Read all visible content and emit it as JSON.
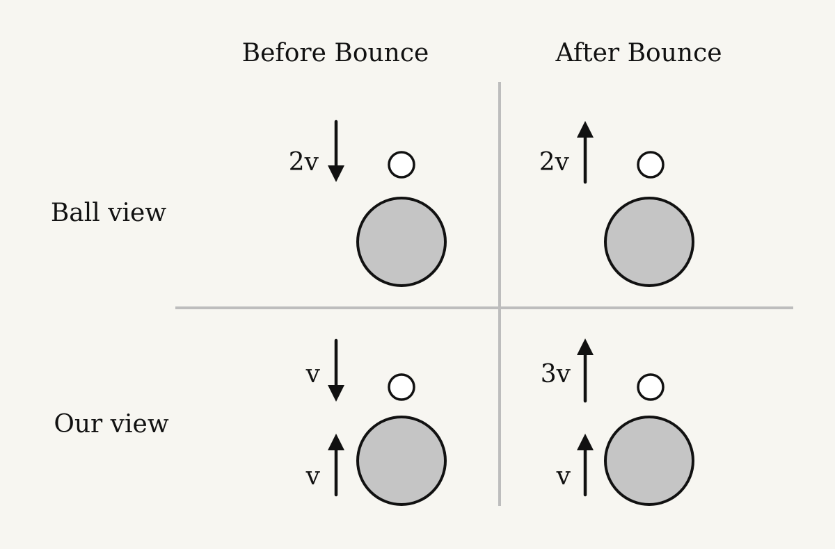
{
  "headers": {
    "before": "Before Bounce",
    "after": "After Bounce"
  },
  "rows": {
    "ball_view": "Ball view",
    "our_view": "Our view"
  },
  "labels": {
    "ball_before_small": "2v",
    "ball_after_small": "2v",
    "our_before_small": "v",
    "our_before_big": "v",
    "our_after_small": "3v",
    "our_after_big": "v"
  },
  "colors": {
    "background": "#f7f6f1",
    "large_ball_fill": "#c5c5c5",
    "small_ball_fill": "#ffffff",
    "divider": "#bdbdbd",
    "ink": "#111111"
  }
}
